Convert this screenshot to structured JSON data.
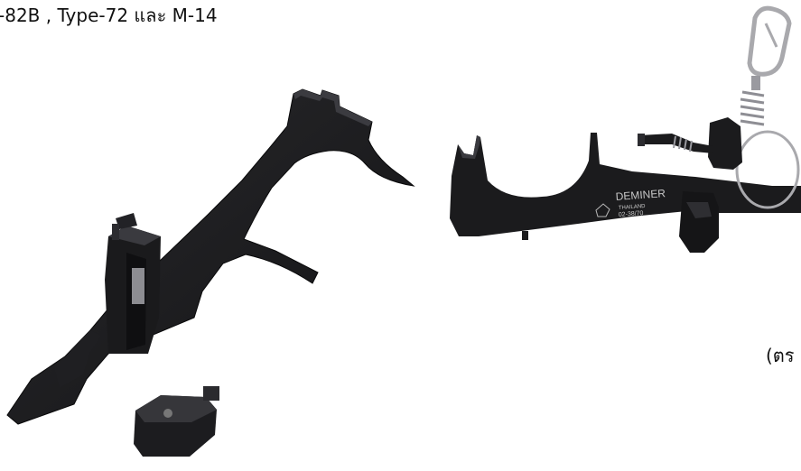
{
  "captions": {
    "top_text": "-82B , Type-72 และ M-14",
    "right_text": "(ตร"
  },
  "tool_engraving": {
    "brand": "DEMINER",
    "country": "THAILAND",
    "code": "02-38/70"
  },
  "colors": {
    "tool_body": "#1b1b1d",
    "tool_edge": "#3a3a3e",
    "metal_ring": "#a9a9ad",
    "engraving": "#c8c8c8",
    "background": "#ffffff"
  }
}
